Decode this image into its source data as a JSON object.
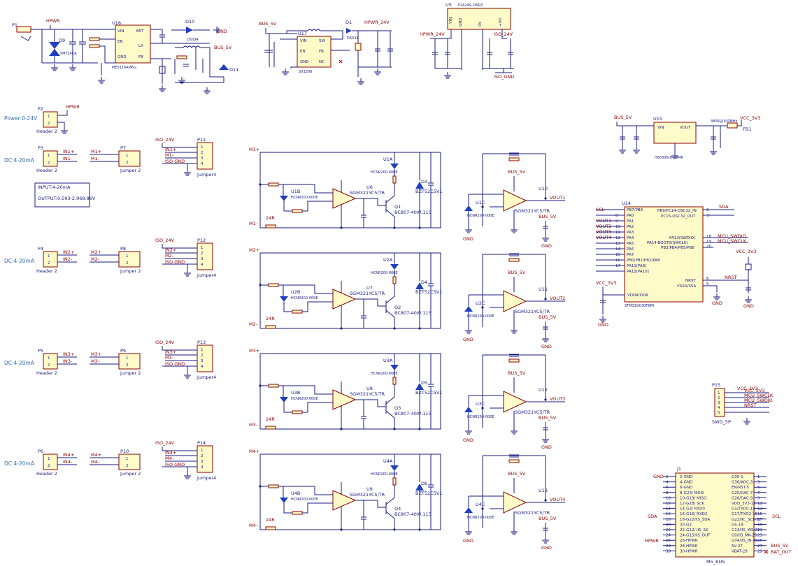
{
  "power": {
    "p1": "P1",
    "hpwr": "HPWR",
    "d9": "D9",
    "d9_val": "SMF24CA",
    "u16": "U16",
    "u16_part": "ME3116AM6G",
    "u16_pins": [
      "VIN",
      "EN",
      "GND",
      "BST",
      "LX",
      "FB"
    ],
    "d10": "D10",
    "d10_val": "DSS34",
    "d11": "D11",
    "bus5v": "BUS_5V",
    "gnd": "GND",
    "u17": "U17",
    "u17_part": "SX1308",
    "u17_pins": [
      "VIN",
      "EN",
      "GND",
      "SW",
      "FB",
      "NC"
    ],
    "d1": "D1",
    "d1_val": "DSS34",
    "hpwr24": "HPWR_24V",
    "u5": "U5",
    "u5_part": "F2424S-2WR3",
    "u5_pins": [
      "VIN",
      "GND",
      "0V",
      "+VO"
    ],
    "iso24": "ISO_24V",
    "isognd": "ISO_GND"
  },
  "headers": {
    "power_label": "Power:0-24V",
    "p2": "P2",
    "hdr2": "Header 2",
    "note_input": "INPUT:4-20mA",
    "note_output": "OUTPUT:0.593-2.968.86V",
    "channels": [
      {
        "side": "DC:4-20mA",
        "p": "P3",
        "j": "P7",
        "h": "P11",
        "in_p": "IN1+",
        "in_n": "IN1-",
        "m_p": "M1+",
        "m_n": "M1-"
      },
      {
        "side": "DC:4-20mA",
        "p": "P4",
        "j": "P8",
        "h": "P12",
        "in_p": "IN2+",
        "in_n": "IN2-",
        "m_p": "M2+",
        "m_n": "M2-"
      },
      {
        "side": "DC:4-20mA",
        "p": "P5",
        "j": "P9",
        "h": "P13",
        "in_p": "IN3+",
        "in_n": "IN3-",
        "m_p": "M3+",
        "m_n": "M3-"
      },
      {
        "side": "DC:4-20mA",
        "p": "P6",
        "j": "P10",
        "h": "P14",
        "in_p": "IN4+",
        "in_n": "IN4-",
        "m_p": "M4+",
        "m_n": "M4-"
      }
    ],
    "jumper2": "Jumper 2",
    "jumper4": "Jumper4",
    "iso24": "ISO_24V",
    "isognd": "ISO GND"
  },
  "analog": {
    "opamp": "SGM321YC5/TR",
    "opto": "HCNR200-000E",
    "transistor": "BC807-40W,115",
    "zener": "BZT52C5V1",
    "r24": "24R",
    "bus5v": "BUS_5V",
    "gnd": "GND",
    "channels": [
      {
        "m_p": "M1+",
        "m_n": "M1-",
        "ua": "U1A",
        "ub": "U1B",
        "uc": "U1C",
        "uamp": "U6",
        "uout": "U10",
        "q": "Q1",
        "d": "D3",
        "vout": "VOUT1"
      },
      {
        "m_p": "M2+",
        "m_n": "M2-",
        "ua": "U2A",
        "ub": "U2B",
        "uc": "U2C",
        "uamp": "U7",
        "uout": "U11",
        "q": "Q2",
        "d": "D4",
        "vout": "VOUT2"
      },
      {
        "m_p": "M3+",
        "m_n": "M3-",
        "ua": "U3A",
        "ub": "U3B",
        "uc": "U3C",
        "uamp": "U8",
        "uout": "U12",
        "q": "Q3",
        "d": "D5",
        "vout": "VOUT3"
      },
      {
        "m_p": "M4+",
        "m_n": "M4-",
        "ua": "U4A",
        "ub": "U4B",
        "uc": "U4C",
        "uamp": "U9",
        "uout": "U13",
        "q": "Q4",
        "d": "D6",
        "vout": "VOUT4"
      }
    ]
  },
  "ldo": {
    "bus5v": "BUS_5V",
    "u15": "U15",
    "vin": "VIN",
    "vout": "VOUT",
    "part": "H6030B-8-28MR",
    "fb": "FB1",
    "fb_val": "380R@100MHz",
    "vcc": "VCC_3V3"
  },
  "mcu": {
    "ref": "U14",
    "part": "STM32G030F6P6",
    "left_pins": [
      {
        "num": "",
        "name": "PB7/PB8"
      },
      {
        "num": "8",
        "name": "PA0"
      },
      {
        "num": "9",
        "name": "PA1"
      },
      {
        "num": "10",
        "name": "PA2"
      },
      {
        "num": "11",
        "name": "PA3"
      },
      {
        "num": "12",
        "name": "PA4"
      },
      {
        "num": "13",
        "name": "PA5"
      },
      {
        "num": "14",
        "name": "PA6"
      },
      {
        "num": "15",
        "name": "PA7"
      },
      {
        "num": "16",
        "name": "PB0/PB1/PB2/PA8"
      },
      {
        "num": "17",
        "name": "PA11[PA9]"
      },
      {
        "num": "",
        "name": "PA12[PA10]"
      }
    ],
    "left_nets": [
      "SCL",
      "",
      "VOUT1",
      "VOUT2",
      "VOUT3",
      "VOUT4"
    ],
    "right_top": [
      "PB9/PC14-OSC32_IN",
      "PC15-OSC32_OUT"
    ],
    "right_top_nums": [
      "2",
      "3"
    ],
    "sda": "SDA",
    "right_mid": [
      "PA13(SWDIO)",
      "PA14-BOOT0(SWCLK)",
      "PB3/PB4/PB5/PB6"
    ],
    "right_mid_nums": [
      "18",
      "19",
      "20"
    ],
    "swdio": "MCU_SWDIO",
    "swclk": "MCU_SWCLK",
    "nrst_pin": "NRST",
    "vssa": "VSSA/SSA",
    "vdda": "VDDA/DDA",
    "right_low_nums": [
      "6",
      "5"
    ],
    "nrst": "NRST",
    "vcc": "VCC_3V3",
    "gnd": "GND"
  },
  "swd": {
    "ref": "P15",
    "name": "SWD_5P",
    "nets": [
      "VCC_3V3",
      "MCU_SWCLK",
      "MCU_SWDIO",
      "NRST",
      "GND"
    ],
    "pins": [
      "1",
      "2",
      "3",
      "4",
      "5"
    ]
  },
  "bus": {
    "ref": "J1",
    "name": "M5_BUS",
    "left": [
      "2-GND",
      "4-GND",
      "6-GND",
      "8-G23/ MOSI",
      "10-G19/ MISO",
      "12-G18/ SCK",
      "14-G3/ RXD0",
      "16-G16/ RXD2",
      "18-G22/IIS_SDA",
      "20-G2",
      "22-G12/ IIS_SK",
      "24-G15/IIS_OUT",
      "26-HPWR",
      "28-HPWR",
      "30-HPWR"
    ],
    "right": [
      "G35-1",
      "G36/ADC-3",
      "EN/RST-5",
      "G25/DAC-7",
      "G26/DAC-9",
      "VDD_3V3-11",
      "G1/TXD0-13",
      "G17/TXD2-15",
      "G22/IIC_SCL-17",
      "G5-19",
      "G13/IIS_WS-21",
      "G0/IIS_MK-23",
      "G34/IIS_IN-25",
      "5V-27",
      "VBAT-29"
    ],
    "lnums": [
      "2",
      "4",
      "6",
      "8",
      "10",
      "12",
      "14",
      "16",
      "18",
      "20",
      "22",
      "24",
      "26",
      "28",
      "30"
    ],
    "rnums": [
      "1",
      "3",
      "5",
      "7",
      "9",
      "11",
      "13",
      "15",
      "17",
      "19",
      "21",
      "23",
      "25",
      "27",
      "29"
    ],
    "gnd": "GND",
    "sda": "SDA",
    "hpwr": "HPWR",
    "scl": "SCL",
    "bus5v": "BUS_5V",
    "batout": "BAT_OUT"
  }
}
